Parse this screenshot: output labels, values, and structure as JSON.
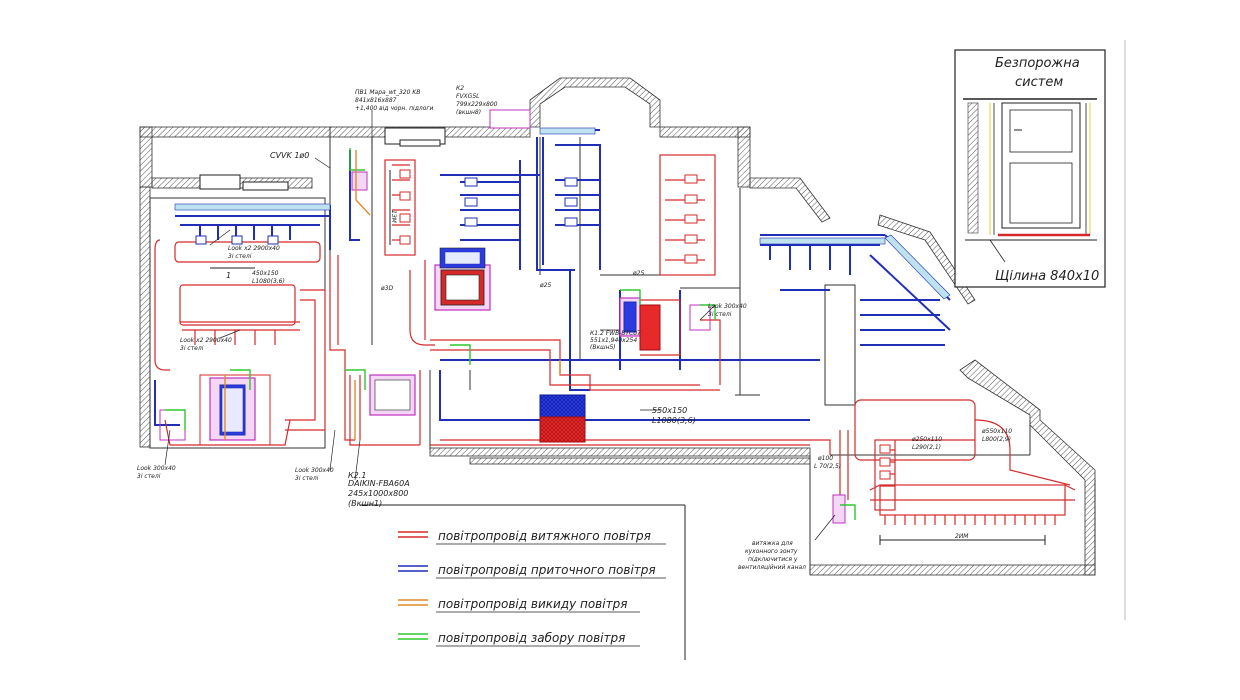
{
  "inset": {
    "title_line1": "Безпорожна",
    "title_line2": "систем",
    "gap_label": "Щілина 840x10"
  },
  "legend": {
    "items": [
      {
        "label": "повітропровід витяжного повітря",
        "color": "#d62a2a"
      },
      {
        "label": "повітропровід приточного повітря",
        "color": "#1f2fb8"
      },
      {
        "label": "повітропровід викиду повітря",
        "color": "#e08a2a"
      },
      {
        "label": "повітропровід забору повітря",
        "color": "#2ec82e"
      }
    ]
  },
  "labels": {
    "cvvk": "CVVK 1ø0",
    "pv1_l1": "ПВ1 Mapa_wt_320 KB",
    "pv1_l2": "841x816x887",
    "pv1_l3": "+1,400 від чорн. підлоги",
    "k2_l1": "К2",
    "k2_l2": "FVXG5L",
    "k2_l3": "799x229x800",
    "k2_l4": "(вкшн8)",
    "look1_l1": "Look x2 2900x40",
    "look1_l2": "3і стелі",
    "size1_l1": "450x150",
    "size1_l2": "L1080(3,6)",
    "look2_l1": "Look x2 2900x40",
    "look2_l2": "3і стелі",
    "look3_l1": "Look 300x40",
    "look3_l2": "3і стелі",
    "look4_l1": "Look 300x40",
    "look4_l2": "3і стелі",
    "k21_l1": "К2.1",
    "k21_l2": "DAIKIN-FBA60A",
    "k21_l3": "245x1000x800",
    "k21_l4": "(Вкшн1)",
    "k12_l1": "К1.2 FWB-BTC07",
    "k12_l2": "551x1,940x254",
    "k12_l3": "(Вкшн5)",
    "look5_l1": "Look 300x40",
    "look5_l2": "3і стелі",
    "d25a": "ø25",
    "d25b": "ø25",
    "d3d": "ø3D",
    "main_duct_l1": "550x150",
    "main_duct_l2": "L1080(3,6)",
    "d250": "ø250x110",
    "d250_l": "L290(2,1)",
    "d550": "ø550x110",
    "d550_l": "L800(2,9)",
    "d100": "ø100",
    "d100_l": "L 70(2,5)",
    "kitchen_l1": "витяжка для",
    "kitchen_l2": "кухонного зонту",
    "kitchen_l3": "підключитися у",
    "kitchen_l4": "вентиляційний канал",
    "dim_bottom": "2ИМ",
    "dim_mid": "1ЗМ",
    "tag_1": "1"
  }
}
